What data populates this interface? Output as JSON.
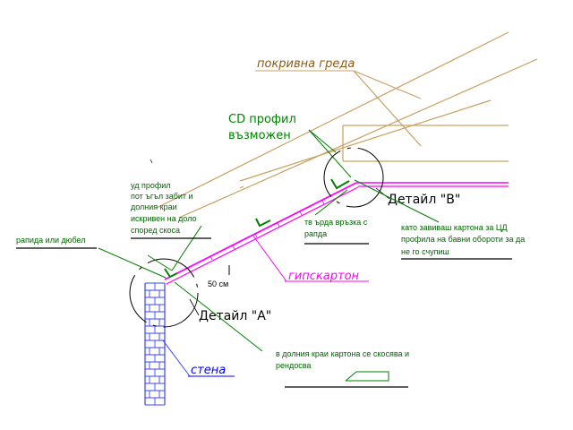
{
  "labels": {
    "roof_beam": "покривна греда",
    "cd_profile_line1": "CD профил",
    "cd_profile_line2": "възможен",
    "detail_b": "Детайл \"B\"",
    "detail_a": "Детайл \"A\"",
    "drywall": "гипскартон",
    "wall": "стена",
    "dimension": "50 см"
  },
  "notes": {
    "ud_profile": [
      "уд профил",
      "пот ъгъл забит и",
      "долния краи",
      "искривен на доло",
      "според скоса"
    ],
    "anchor": "рапида или дюбел",
    "rigid_joint": [
      "тв ърда връзка с",
      "рапда"
    ],
    "screwing": [
      "като завиваш картона за ЦД",
      "профила на бавни обороти за да",
      "не го счупиш"
    ],
    "bottom_edge": [
      "в долния краи картона се скосява и",
      "рендосва"
    ]
  },
  "colors": {
    "beam": "#c8a060",
    "label_beam": "#8b5a1a",
    "green": "#008000",
    "drywall": "#ff00ff",
    "wall_hatch": "#3a44ff",
    "dark": "#000000",
    "blue_label": "#0000ff"
  }
}
